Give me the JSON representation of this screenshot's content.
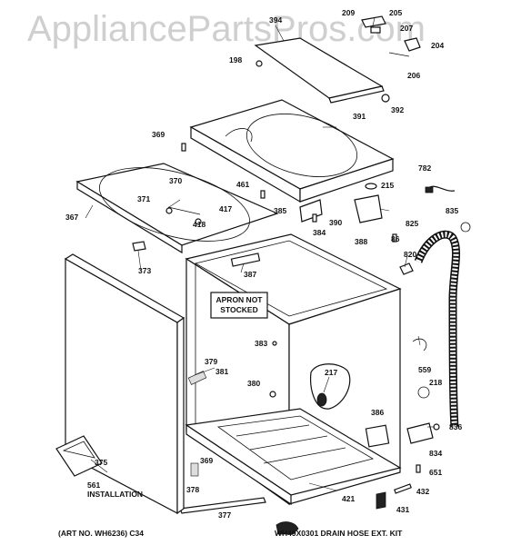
{
  "watermark": "AppliancePartsPros.com",
  "apron_note": [
    "APRON NOT",
    "STOCKED"
  ],
  "installation_label": "INSTALLATION",
  "footer_left": "(ART NO. WH6236) C34",
  "footer_right": "WH49X0301 DRAIN HOSE EXT. KIT",
  "callouts": [
    "394",
    "209",
    "205",
    "207",
    "204",
    "198",
    "206",
    "392",
    "391",
    "369",
    "782",
    "461",
    "215",
    "370",
    "371",
    "417",
    "418",
    "367",
    "385",
    "384",
    "390",
    "388",
    "86",
    "835",
    "825",
    "820",
    "373",
    "387",
    "383",
    "379",
    "381",
    "380",
    "217",
    "559",
    "218",
    "836",
    "386",
    "834",
    "369",
    "378",
    "651",
    "561",
    "375",
    "432",
    "421",
    "431",
    "377"
  ]
}
